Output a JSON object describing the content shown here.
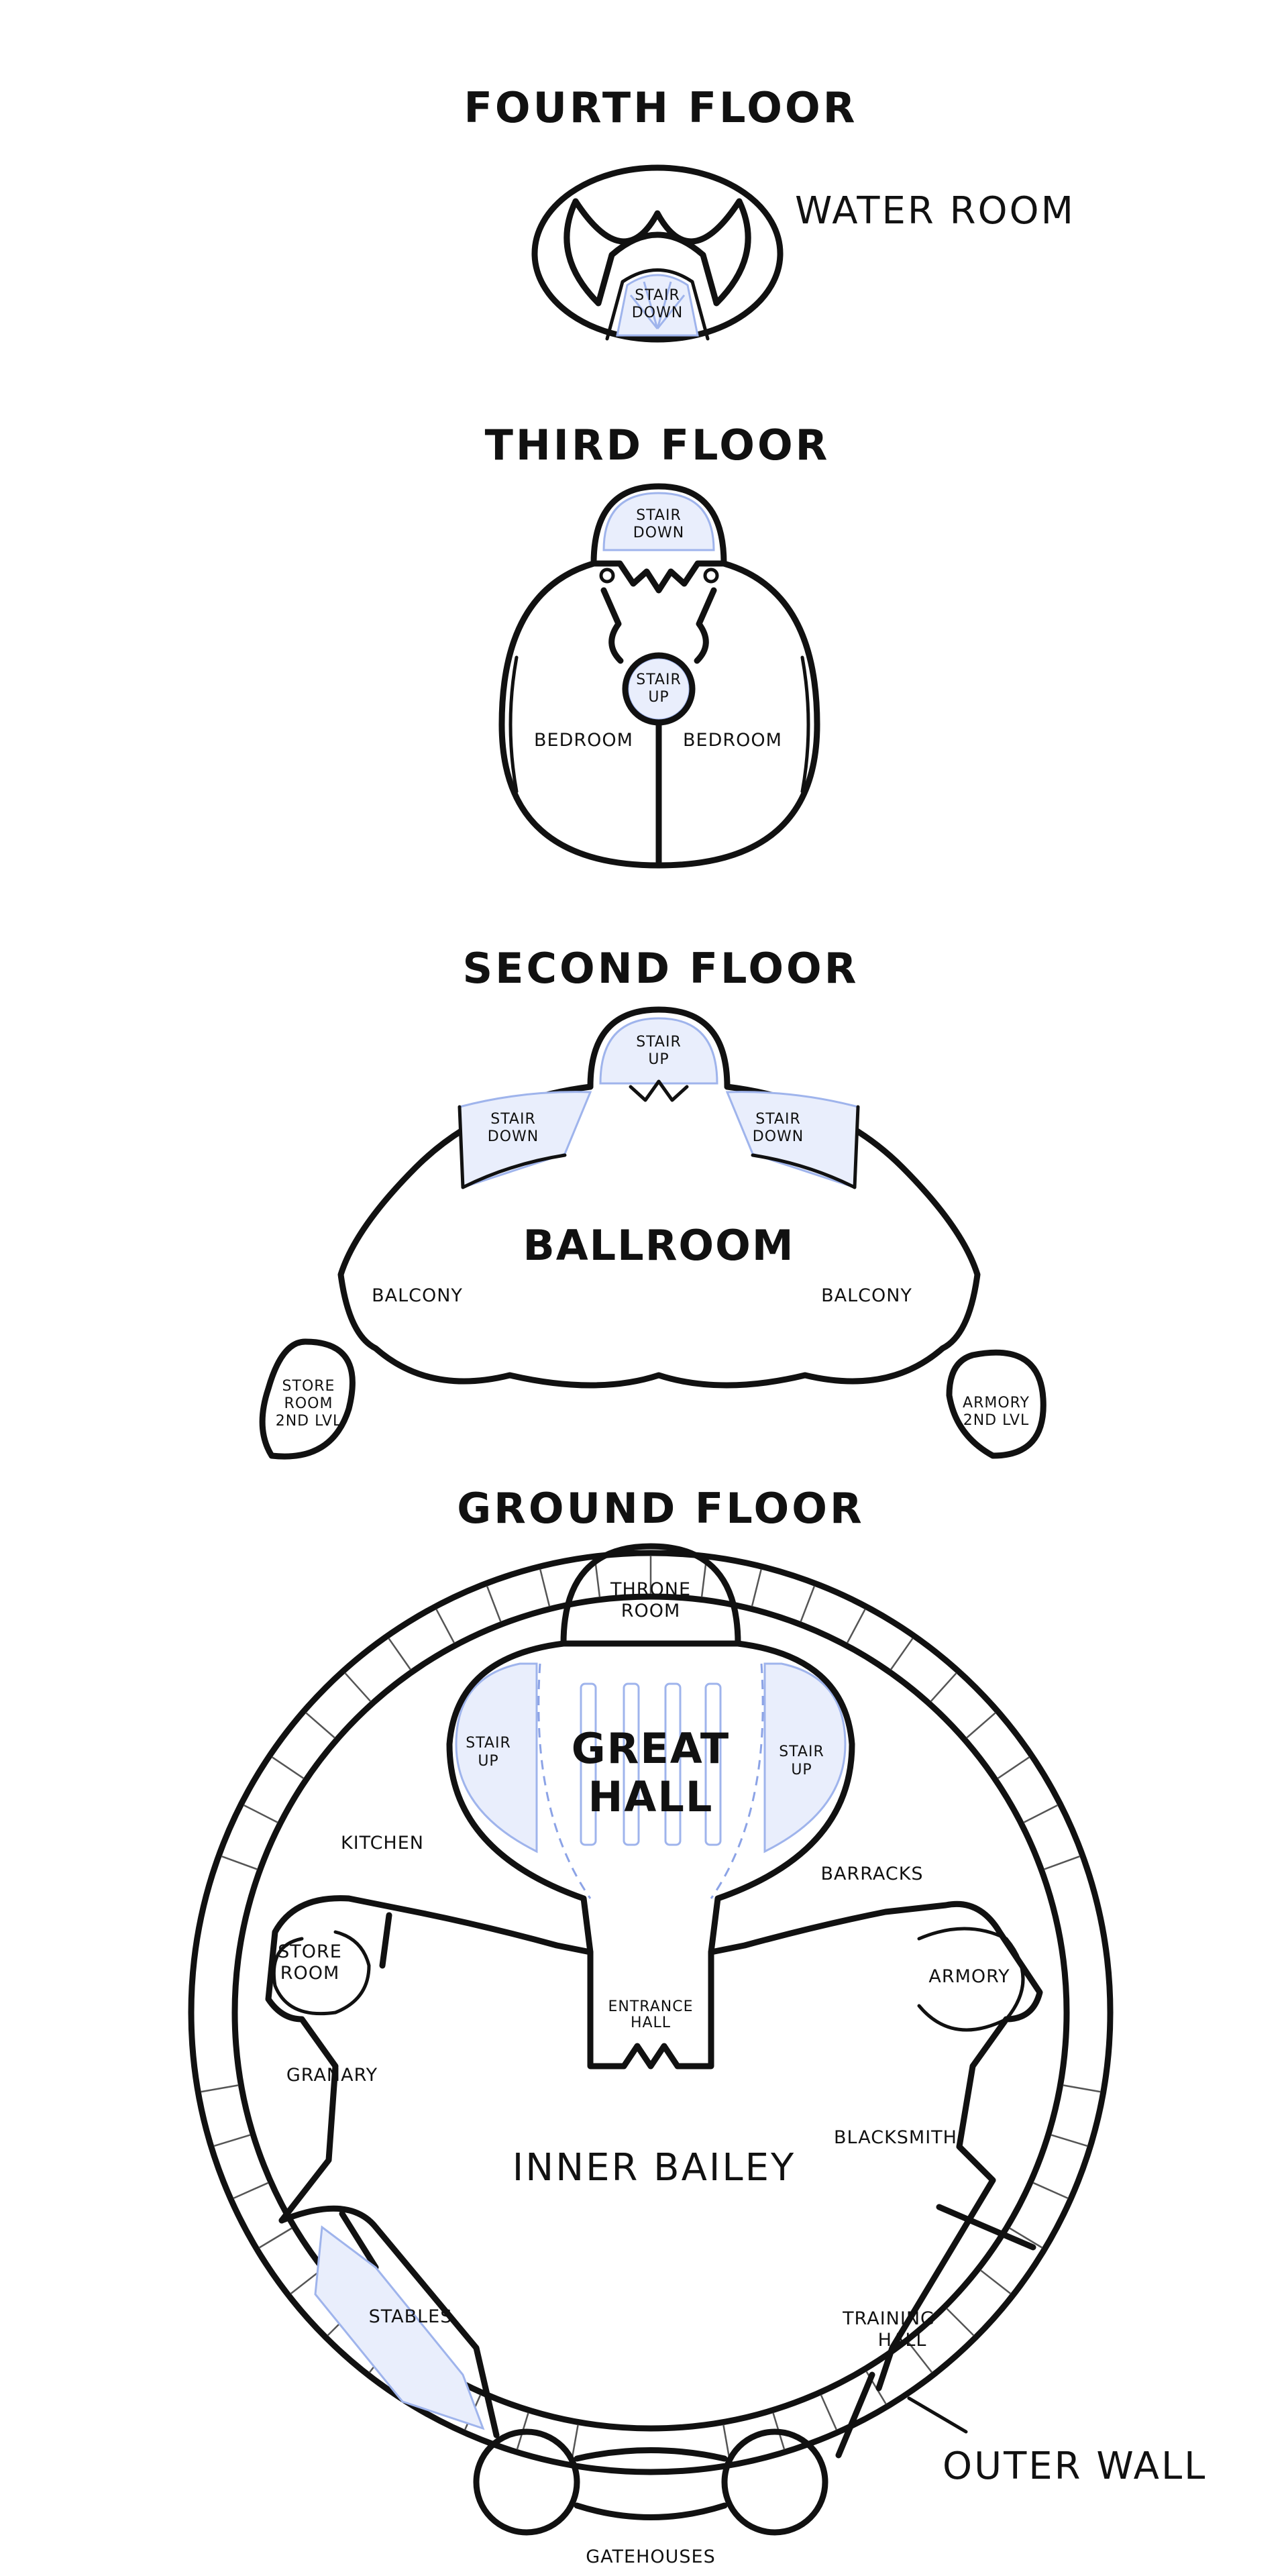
{
  "floors": {
    "fourth": {
      "title": "FOURTH FLOOR",
      "room_label": "WATER ROOM",
      "stair_line1": "STAIR",
      "stair_line2": "DOWN"
    },
    "third": {
      "title": "THIRD FLOOR",
      "stair_down_line1": "STAIR",
      "stair_down_line2": "DOWN",
      "stair_up_line1": "STAIR",
      "stair_up_line2": "UP",
      "bedroom_left": "BEDROOM",
      "bedroom_right": "BEDROOM"
    },
    "second": {
      "title": "SECOND FLOOR",
      "stair_up_line1": "STAIR",
      "stair_up_line2": "UP",
      "stair_down_left_line1": "STAIR",
      "stair_down_left_line2": "DOWN",
      "stair_down_right_line1": "STAIR",
      "stair_down_right_line2": "DOWN",
      "ballroom": "BALLROOM",
      "balcony_left": "BALCONY",
      "balcony_right": "BALCONY",
      "store_line1": "STORE",
      "store_line2": "ROOM",
      "store_line3": "2ND LVL",
      "armory_line1": "ARMORY",
      "armory_line2": "2ND LVL"
    },
    "ground": {
      "title": "GROUND FLOOR",
      "throne_line1": "THRONE",
      "throne_line2": "ROOM",
      "great_hall_line1": "GREAT",
      "great_hall_line2": "HALL",
      "stair_left_line1": "STAIR",
      "stair_left_line2": "UP",
      "stair_right_line1": "STAIR",
      "stair_right_line2": "UP",
      "kitchen": "KITCHEN",
      "barracks": "BARRACKS",
      "store_line1": "STORE",
      "store_line2": "ROOM",
      "armory": "ARMORY",
      "entrance_line1": "ENTRANCE",
      "entrance_line2": "HALL",
      "granary": "GRANARY",
      "blacksmith": "BLACKSMITH",
      "inner_bailey": "INNER BAILEY",
      "stables": "STABLES",
      "training_line1": "TRAINING",
      "training_line2": "HALL",
      "outer_wall": "OUTER WALL",
      "gatehouses": "GATEHOUSES"
    }
  },
  "colors": {
    "wall": "#111111",
    "stair_blue": "#9fb4ec",
    "background": "#ffffff"
  }
}
